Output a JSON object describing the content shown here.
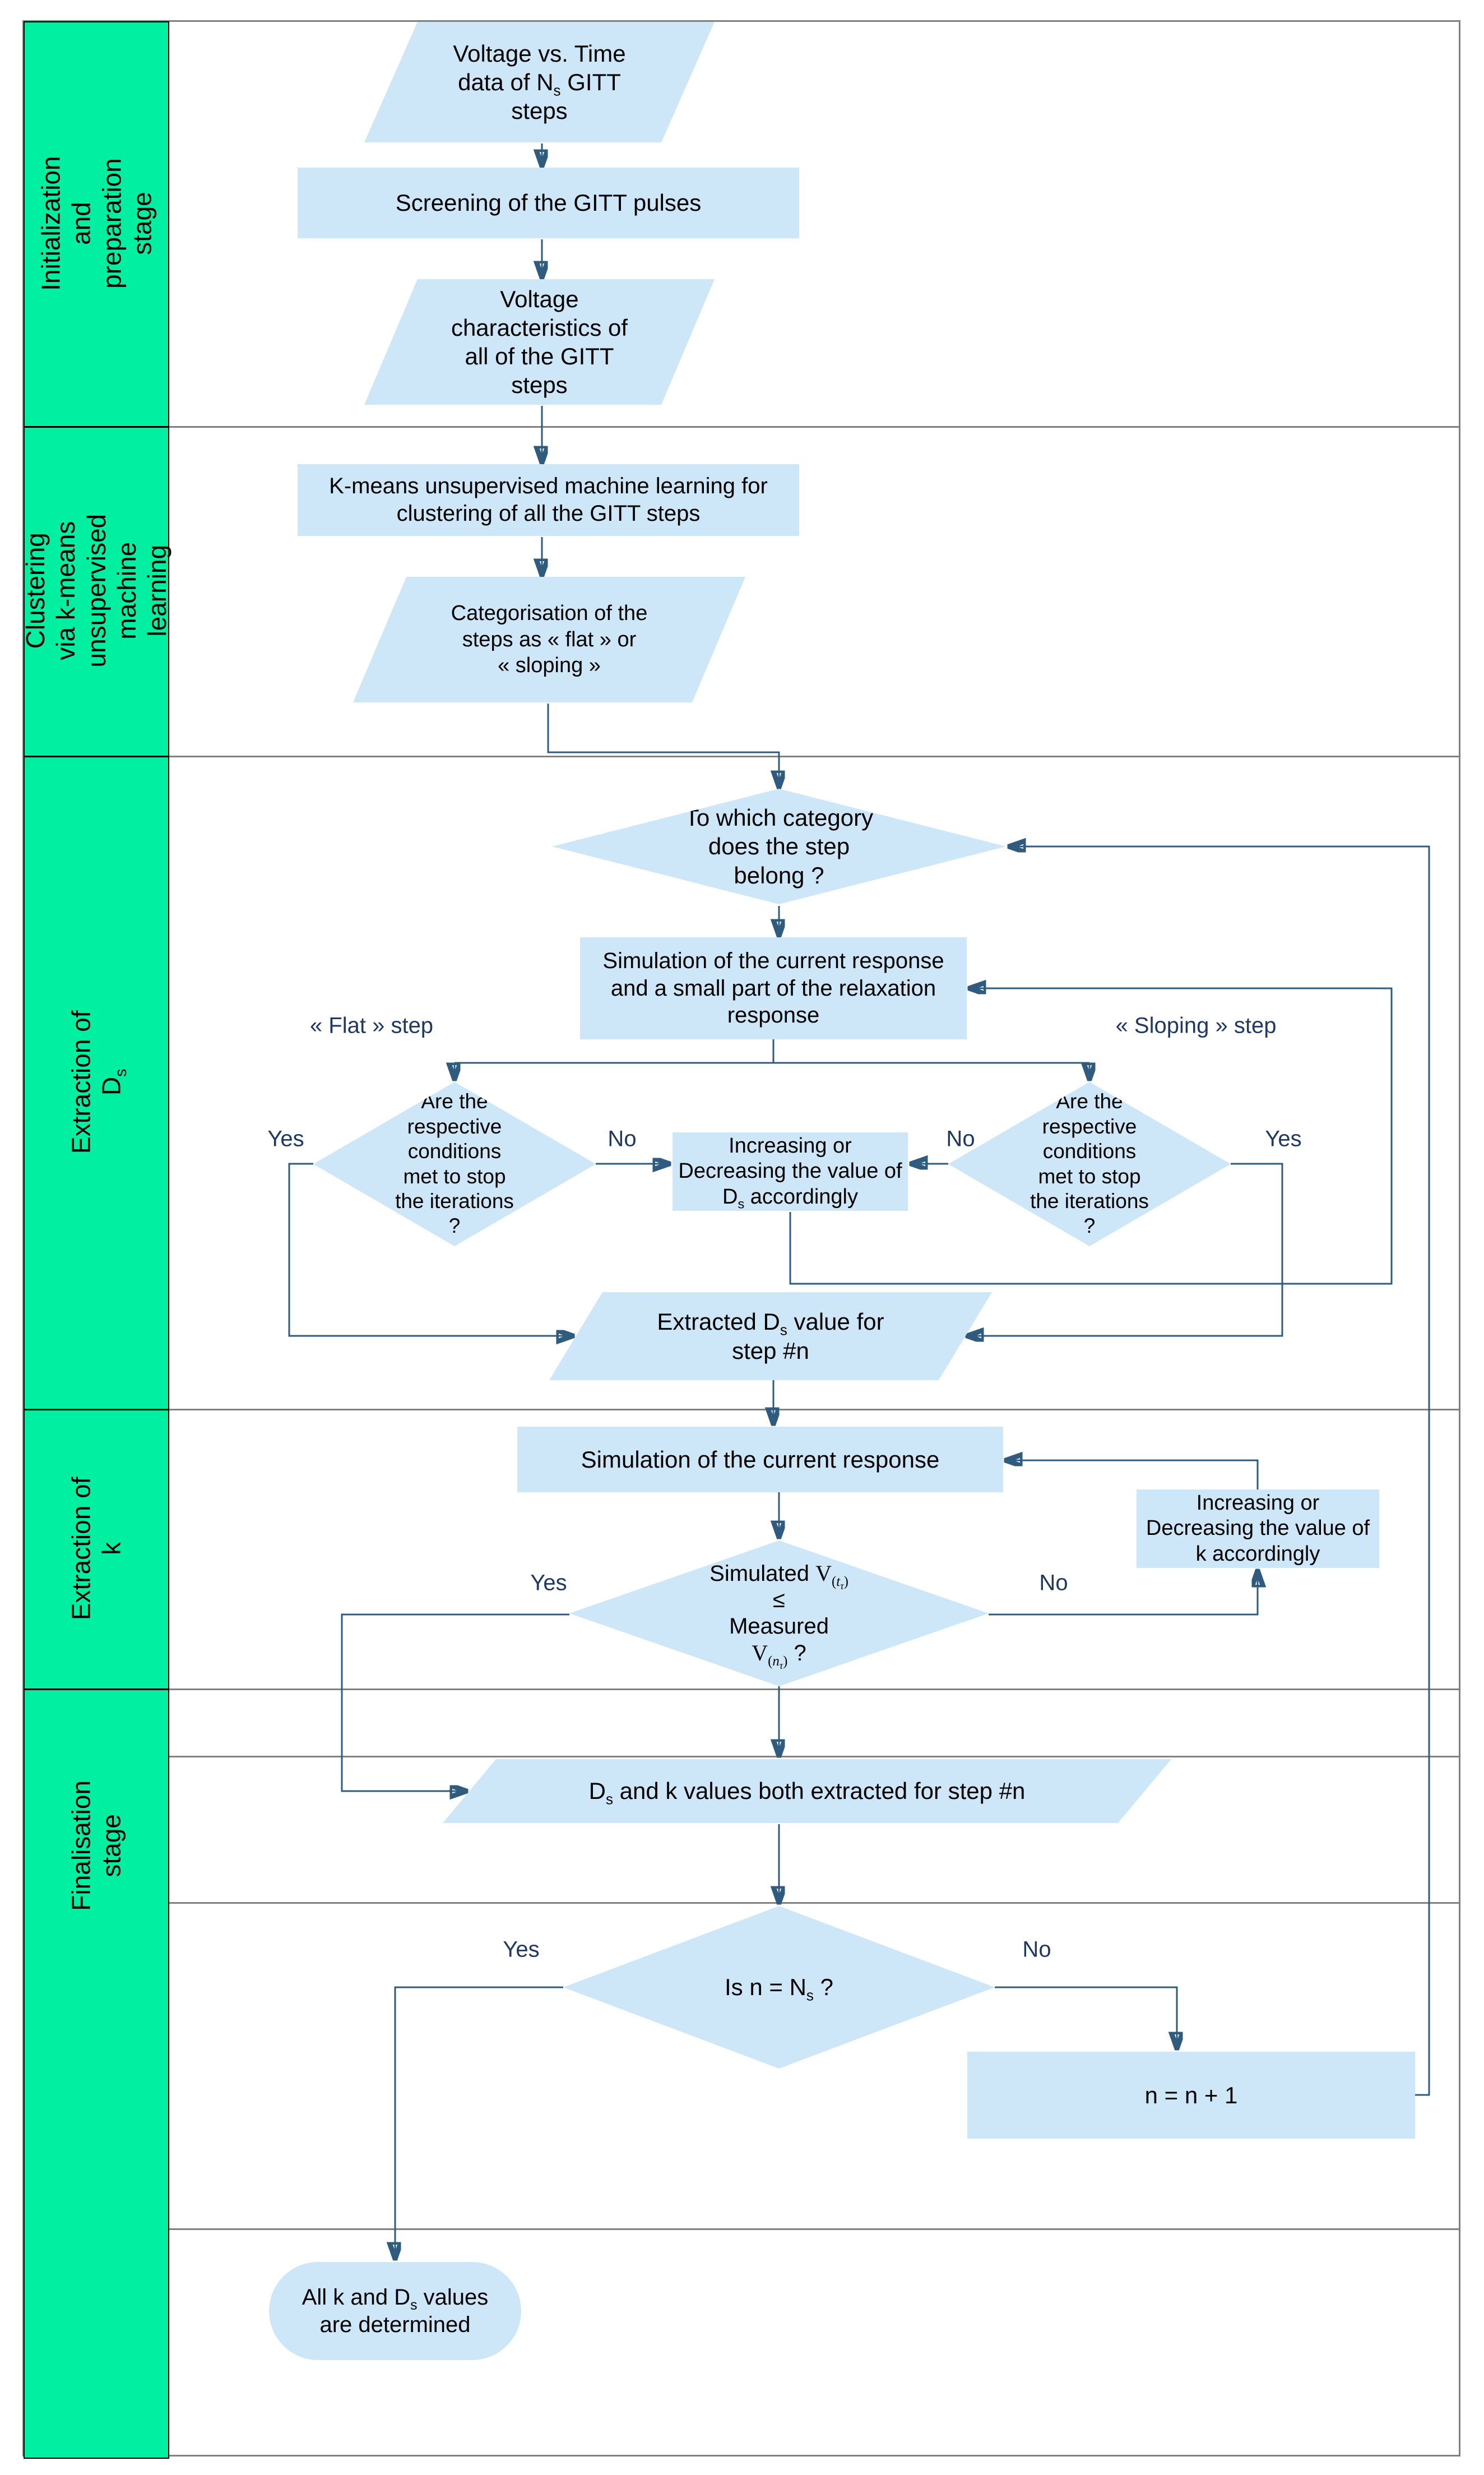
{
  "stages": [
    {
      "label": "Initialization and preparation\nstage"
    },
    {
      "label": "Clustering via k-means\nunsupervised machine\nlearning"
    },
    {
      "label_main": "Extraction of D",
      "label_sub": "s"
    },
    {
      "label": "Extraction of k"
    },
    {
      "label": "Finalisation stage"
    }
  ],
  "nodes": {
    "voltage_time": {
      "t1": "Voltage vs. Time\ndata of N",
      "sub": "s",
      "t2": " GITT\nsteps"
    },
    "screening": "Screening of the GITT pulses",
    "voltage_characteristics": "Voltage\ncharacteristics of\nall of the GITT\nsteps",
    "kmeans": "K-means unsupervised machine learning for\nclustering of all the GITT steps",
    "categorisation": "Categorisation of the\nsteps as « flat » or\n« sloping »",
    "category_decision": "To which category\ndoes the step\nbelong ?",
    "simulation_relaxation": "Simulation of the current response\nand a small part of the relaxation\nresponse",
    "conditions_decision": "Are the\nrespective\nconditions\nmet to stop\nthe iterations\n?",
    "adjust_ds": {
      "t1": "Increasing or\nDecreasing the value of\nD",
      "sub": "s",
      "t2": " accordingly"
    },
    "extracted_ds": {
      "t1": "Extracted D",
      "sub": "s",
      "t2": " value for\nstep #n"
    },
    "simulation_current": "Simulation of the current response",
    "adjust_k": "Increasing or\nDecreasing the value of\nk accordingly",
    "voltage_decision": {
      "pre": "Simulated ",
      "v": "V",
      "sub_open": "(",
      "sub_var": "t",
      "sub_sub": "τ",
      "sub_close": ")",
      "le": "≤",
      "measured": "Measured",
      "v2": "V",
      "sub2_open": "(",
      "sub2_var": "n",
      "sub2_sub": "τ",
      "sub2_close": ")",
      "q": " ?"
    },
    "ds_k_extracted": {
      "t1": "D",
      "sub": "s",
      "t2": " and k values both extracted for step #n"
    },
    "n_decision": {
      "t1": "Is n = N",
      "sub": "s",
      "t2": " ?"
    },
    "increment_n": "n = n + 1",
    "all_values": {
      "t1": "All k and D",
      "sub": "s",
      "t2": " values\nare determined"
    }
  },
  "edge_labels": {
    "flat_step": "« Flat » step",
    "sloping_step": "« Sloping » step",
    "yes_flat": "Yes",
    "no_flat": "No",
    "no_sloping": "No",
    "yes_sloping": "Yes",
    "yes_voltage": "Yes",
    "no_voltage": "No",
    "yes_final": "Yes",
    "no_final": "No"
  },
  "colors": {
    "stage_green": "#00EFA0",
    "node_blue": "#CDE7F8",
    "connector_line": "#2F5B7E",
    "arrowhead_navy": "#17375E",
    "edge_label_navy": "#1F3864",
    "divider_gray": "#808080"
  }
}
